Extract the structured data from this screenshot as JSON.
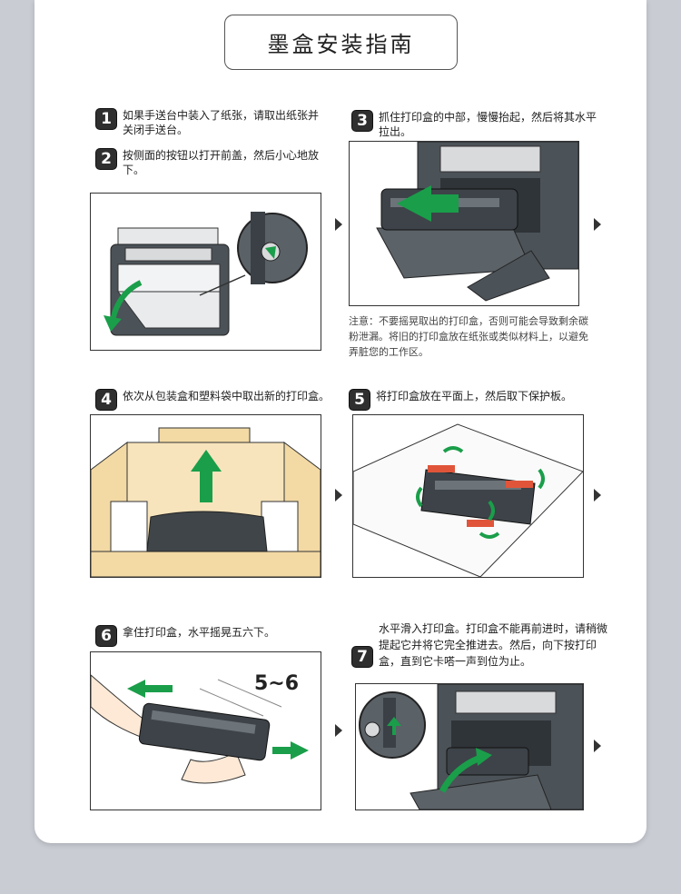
{
  "title": "墨盒安装指南",
  "steps": [
    {
      "num": "1",
      "text": "如果手送台中装入了纸张，请取出纸张并关闭手送台。"
    },
    {
      "num": "2",
      "text": "按侧面的按钮以打开前盖，然后小心地放下。"
    },
    {
      "num": "3",
      "text": "抓住打印盒的中部，慢慢抬起，然后将其水平拉出。"
    },
    {
      "num": "4",
      "text": "依次从包装盒和塑料袋中取出新的打印盒。"
    },
    {
      "num": "5",
      "text": "将打印盒放在平面上，然后取下保护板。"
    },
    {
      "num": "6",
      "text": "拿住打印盒，水平摇晃五六下。"
    },
    {
      "num": "7",
      "text": "水平滑入打印盒。打印盒不能再前进时，请稍微提起它并将它完全推进去。然后，向下按打印盒，直到它卡嗒一声到位为止。"
    }
  ],
  "note": "注意：不要摇晃取出的打印盒，否则可能会导致剩余碳粉泄漏。将旧的打印盒放在纸张或类似材料上，以避免弄脏您的工作区。",
  "shake_count": "5~6",
  "colors": {
    "arrow_green": "#1a9e4a",
    "box_tan": "#f3d9a4",
    "printer_dark": "#4b5258",
    "tab_red": "#e0553a"
  }
}
